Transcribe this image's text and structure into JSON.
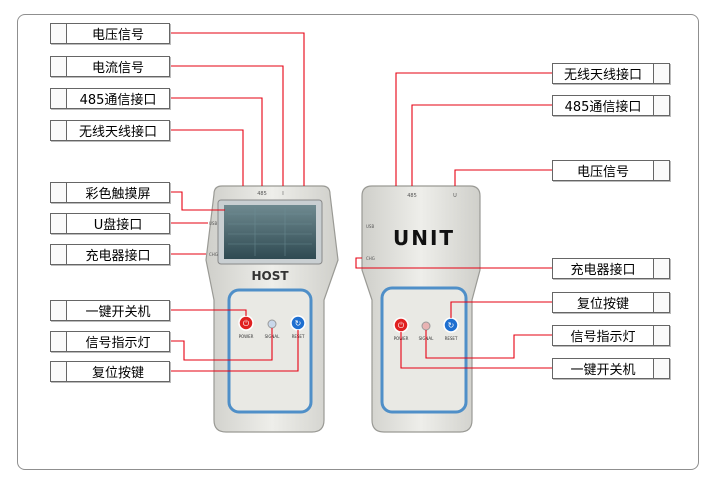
{
  "left_labels": {
    "voltage": "电压信号",
    "current": "电流信号",
    "rs485": "485通信接口",
    "antenna": "无线天线接口",
    "touchscreen": "彩色触摸屏",
    "usb": "U盘接口",
    "charger": "充电器接口",
    "power_switch": "一键开关机",
    "indicator": "信号指示灯",
    "reset": "复位按键"
  },
  "right_labels": {
    "antenna": "无线天线接口",
    "rs485": "485通信接口",
    "voltage": "电压信号",
    "charger": "充电器接口",
    "reset": "复位按键",
    "indicator": "信号指示灯",
    "power_switch": "一键开关机"
  },
  "host_device": {
    "brand": "HOST",
    "port_labels": [
      "485",
      "I"
    ],
    "side_labels": [
      "USB",
      "CHG"
    ],
    "button_labels": [
      "POWER",
      "SIGNAL",
      "RESET"
    ]
  },
  "unit_device": {
    "brand": "UNIT",
    "port_labels": [
      "485",
      "U"
    ],
    "side_labels": [
      "USB",
      "CHG"
    ],
    "button_labels": [
      "POWER",
      "SIGNAL",
      "RESET"
    ]
  },
  "colors": {
    "leader_line": "#e60012",
    "shell": "#e4e4df",
    "panel_border": "#4f8fc8",
    "power_button": "#e02020",
    "reset_button": "#1e6fd0",
    "screen": "#3f5a63"
  }
}
